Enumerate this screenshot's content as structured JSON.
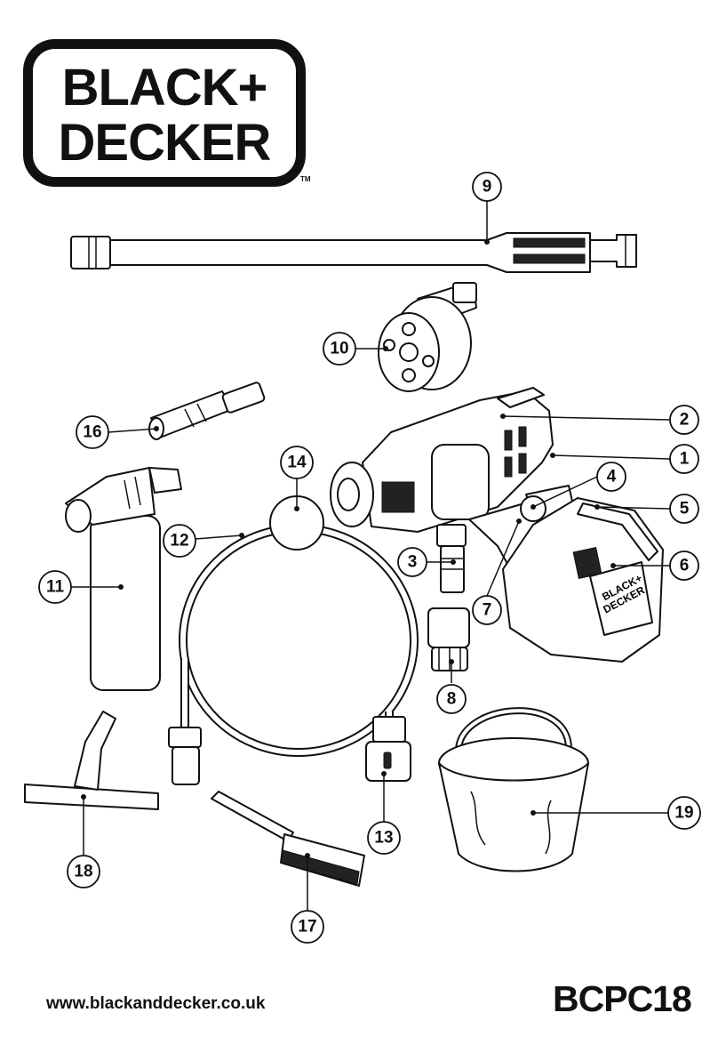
{
  "brand": {
    "line1": "BLACK+",
    "line2": "DECKER",
    "trademark": "TM"
  },
  "footer": {
    "website": "www.blackanddecker.co.uk",
    "model": "BCPC18"
  },
  "callouts": [
    {
      "num": "1"
    },
    {
      "num": "2"
    },
    {
      "num": "3"
    },
    {
      "num": "4"
    },
    {
      "num": "5"
    },
    {
      "num": "6"
    },
    {
      "num": "7"
    },
    {
      "num": "8"
    },
    {
      "num": "9"
    },
    {
      "num": "10"
    },
    {
      "num": "11"
    },
    {
      "num": "12"
    },
    {
      "num": "13"
    },
    {
      "num": "14"
    },
    {
      "num": "16"
    },
    {
      "num": "17"
    },
    {
      "num": "18"
    },
    {
      "num": "19"
    }
  ],
  "battery_label": {
    "line1": "BLACK+",
    "line2": "DECKER"
  }
}
